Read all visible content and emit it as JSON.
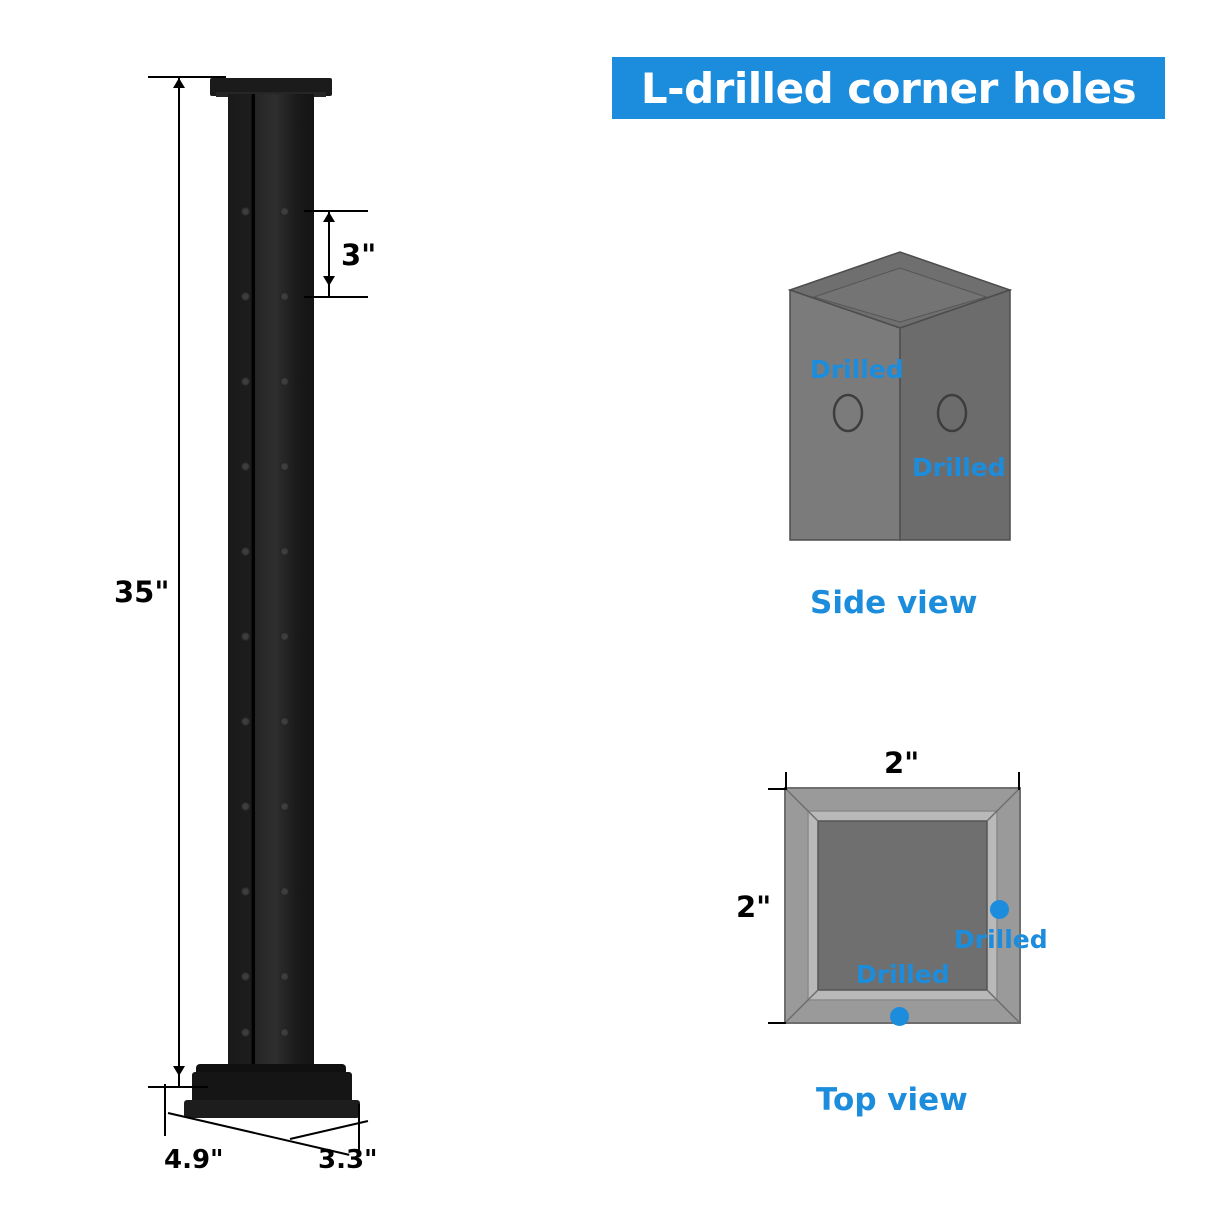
{
  "title": {
    "text": "L-drilled corner holes"
  },
  "colors": {
    "accent_blue": "#1c8cdc",
    "post_black": "#1a1a1a",
    "metal_gray": "#7a7a7a",
    "text_black": "#000000"
  },
  "post_figure": {
    "name": "cable-railing-post",
    "dimensions": {
      "height": "35\"",
      "hole_spacing": "3\"",
      "base_width": "4.9\"",
      "base_depth": "3.3\""
    },
    "hole_rows": 11,
    "holes_per_row": 2
  },
  "side_view": {
    "caption": "Side view",
    "labels": {
      "front_face": "Drilled",
      "right_face": "Drilled"
    }
  },
  "top_view": {
    "caption": "Top view",
    "dimensions": {
      "width": "2\"",
      "depth": "2\""
    },
    "labels": {
      "bottom_face": "Drilled",
      "right_face": "Drilled"
    }
  }
}
